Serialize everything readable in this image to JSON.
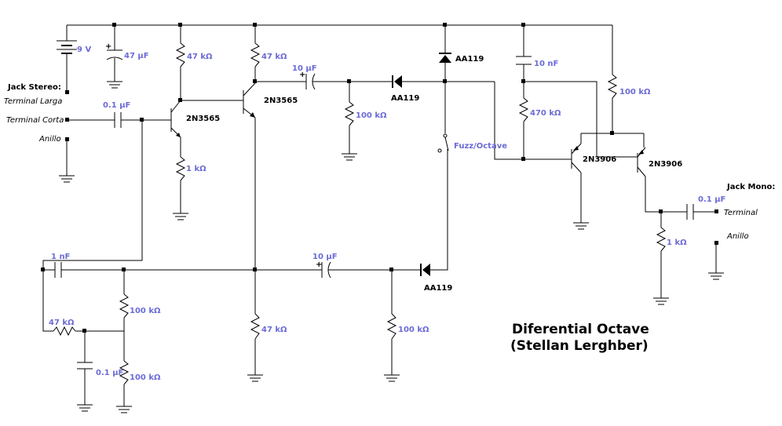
{
  "title": {
    "line1": "Diferential Octave",
    "line2": "(Stellan Lerghber)"
  },
  "jack_stereo": {
    "heading": "Jack Stereo:",
    "terminal_larga": "Terminal Larga",
    "terminal_corta": "Terminal Corta",
    "anillo": "Anillo"
  },
  "jack_mono": {
    "heading": "Jack Mono:",
    "terminal": "Terminal",
    "anillo": "Anillo"
  },
  "battery": {
    "value": "9 V"
  },
  "capacitors": {
    "c_supply": "47 µF",
    "c_input": "0.1 µF",
    "c_coupling_top": "10 µF",
    "c_10n": "10 nF",
    "c_1n": "1 nF",
    "c_coupling_bottom": "10 µF",
    "c_bias": "0.1 µF",
    "c_output": "0.1 µF"
  },
  "resistors": {
    "r_q1_collector": "47 kΩ",
    "r_q1_emitter": "1 kΩ",
    "r_q2_collector": "47 kΩ",
    "r_q2_emitter": "47 kΩ",
    "r_diode_top": "100 kΩ",
    "r_diode_bottom": "100 kΩ",
    "r_470k": "470 kΩ",
    "r_diff_pull": "100 kΩ",
    "r_out": "1 kΩ",
    "r_bias_top": "100 kΩ",
    "r_bias_bottom": "100 kΩ",
    "r_feedback": "47 kΩ"
  },
  "semis": {
    "q1": "2N3565",
    "q2": "2N3565",
    "q3": "2N3906",
    "q4": "2N3906",
    "d1": "AA119",
    "d2": "AA119",
    "d3": "AA119"
  },
  "switch": {
    "label": "Fuzz/Octave"
  }
}
